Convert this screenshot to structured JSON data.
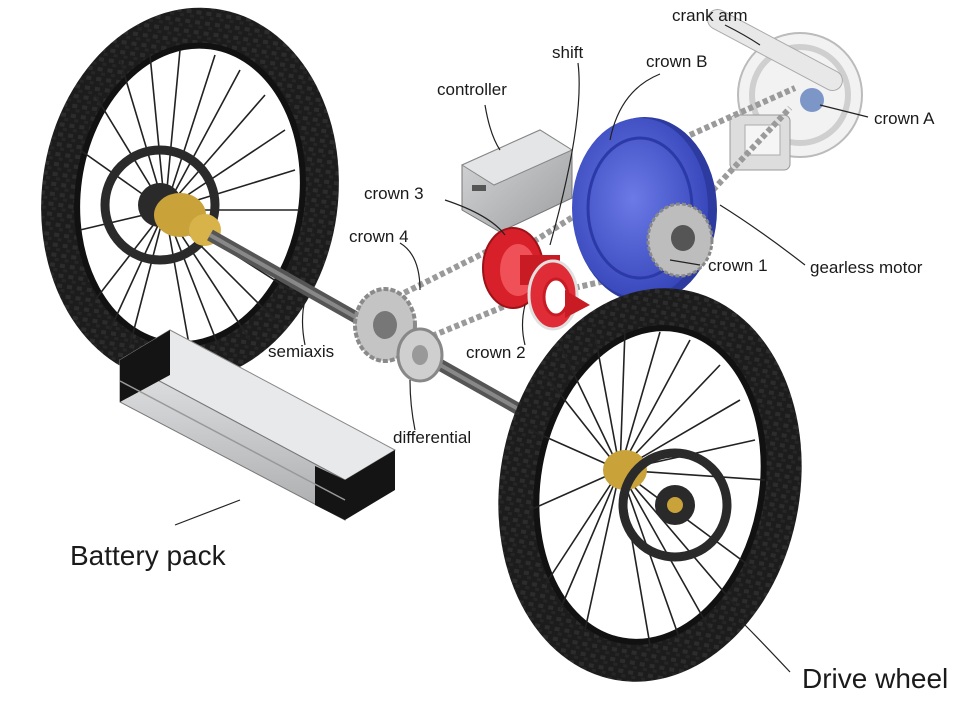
{
  "labels": {
    "crank_arm": "crank arm",
    "shift": "shift",
    "crown_b": "crown B",
    "crown_a": "crown A",
    "controller": "controller",
    "crown_3": "crown 3",
    "crown_4": "crown 4",
    "crown_1": "crown 1",
    "gearless_motor": "gearless motor",
    "semiaxis": "semiaxis",
    "crown_2": "crown 2",
    "differential": "differential",
    "battery_pack": "Battery pack",
    "drive_wheel": "Drive wheel"
  },
  "colors": {
    "tire": "#1c1c1c",
    "motor": "#4a5bd6",
    "gear_red": "#d8202a",
    "chain": "#9a9a9a",
    "hub_gold": "#c9a23a",
    "battery_silver": "#c9cbcc",
    "battery_end": "#141414",
    "controller_silver": "#b9bbbd",
    "crank_white": "#e8e8e8"
  }
}
